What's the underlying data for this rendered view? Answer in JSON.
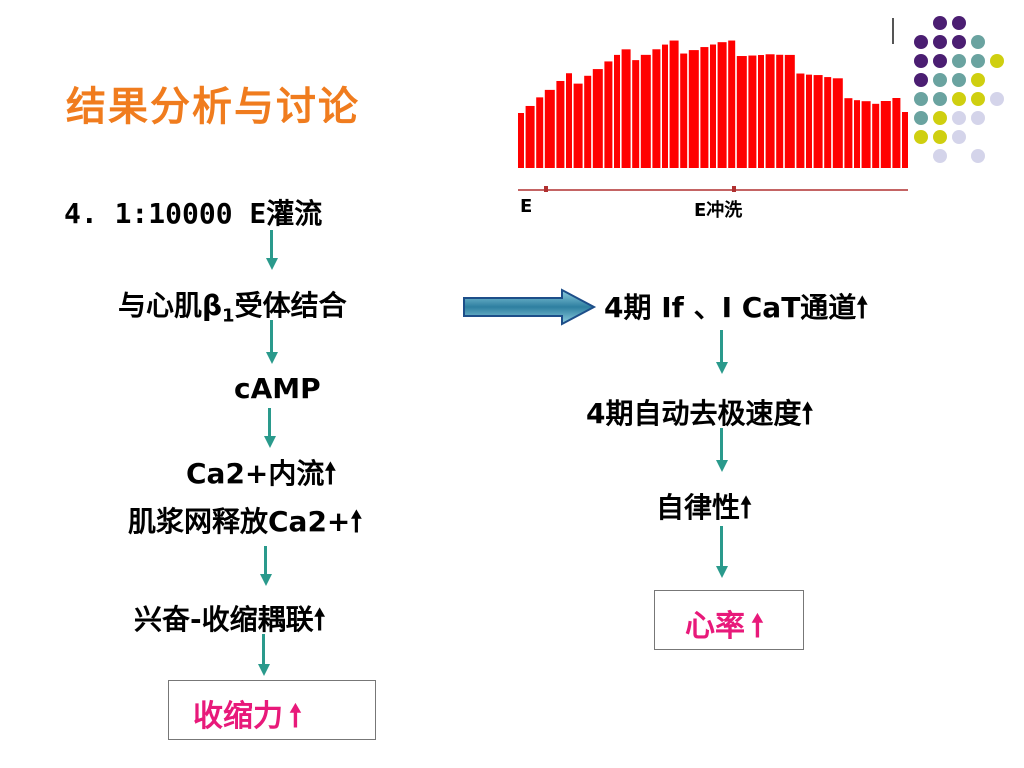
{
  "title": "结果分析与讨论",
  "left": {
    "perfusion": "4. 1:10000 E灌流",
    "receptor": "与心肌β",
    "receptor_sub": "1",
    "receptor_tail": "受体结合",
    "camp": "cAMP",
    "ca_influx": "Ca2+内流",
    "sr_release": "肌浆网释放Ca2+",
    "coupling": "兴奋-收缩耦联",
    "result": "收缩力"
  },
  "right": {
    "channels": "4期 If 、I CaT通道",
    "depolarization": "4期自动去极速度",
    "automaticity": "自律性",
    "result": "心率"
  },
  "trace": {
    "label_left": "E",
    "label_right": "E冲洗"
  },
  "glyphs": {
    "up_arrow": "🠕"
  },
  "colors": {
    "title": "#f07c1e",
    "accent_pink": "#e8197a",
    "arrow_teal": "#2a9a8c",
    "trace_red": "#ff0000",
    "dot_purple": "#4b1e72",
    "dot_teal": "#6aa3a0",
    "dot_yellow": "#cfcf10",
    "dot_lavender": "#d4d4ea"
  }
}
